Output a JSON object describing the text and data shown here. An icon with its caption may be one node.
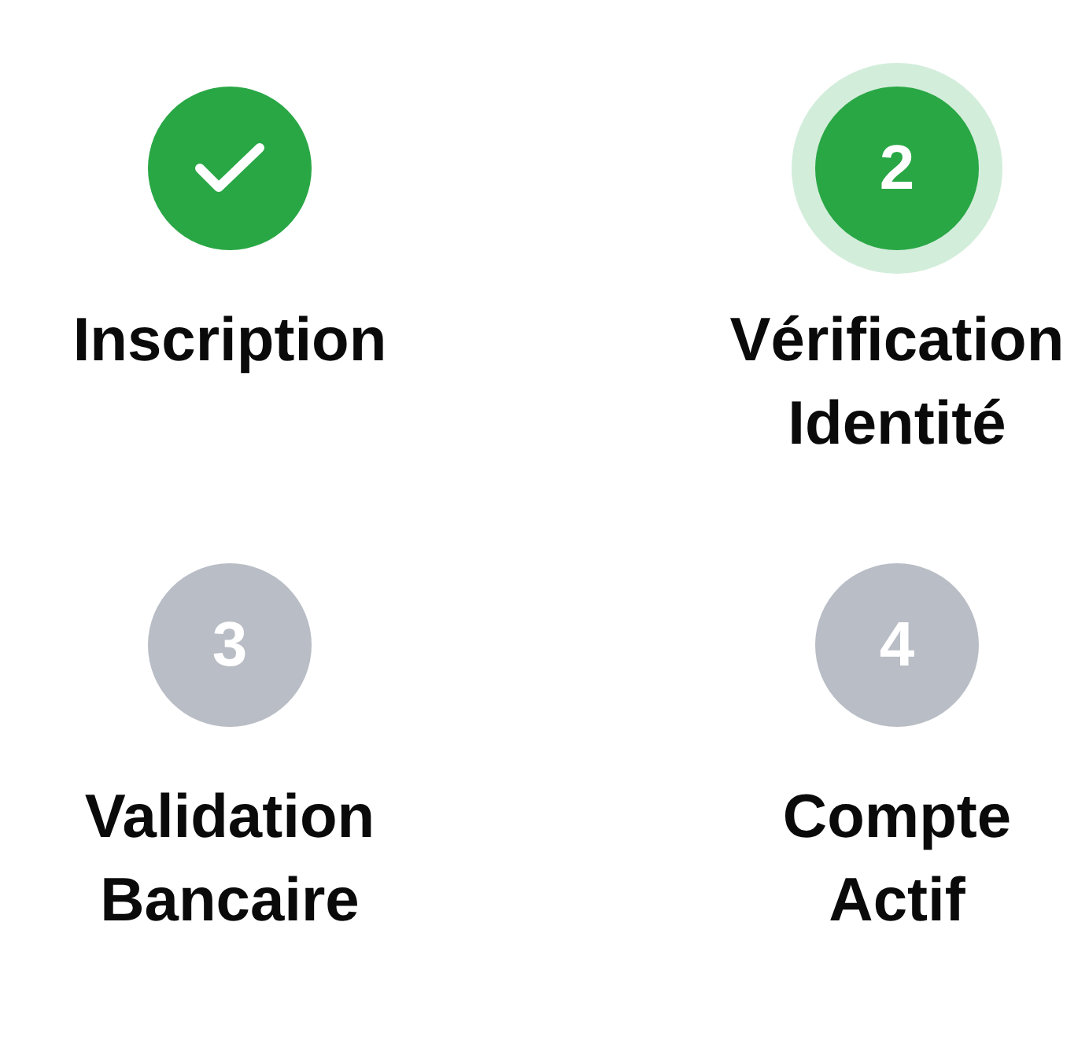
{
  "diagram": {
    "nodes": [
      {
        "text": [],
        "shape": "circle",
        "beside": [
          "Inscription"
        ]
      },
      {
        "text": [
          "2"
        ],
        "beside": [
          "Vérification Identité"
        ]
      },
      {
        "text": [
          "3"
        ],
        "beside": [
          "Validation Bancaire"
        ]
      },
      {
        "text": [
          "4"
        ],
        "beside": [
          "Compte Actif"
        ]
      }
    ]
  }
}
